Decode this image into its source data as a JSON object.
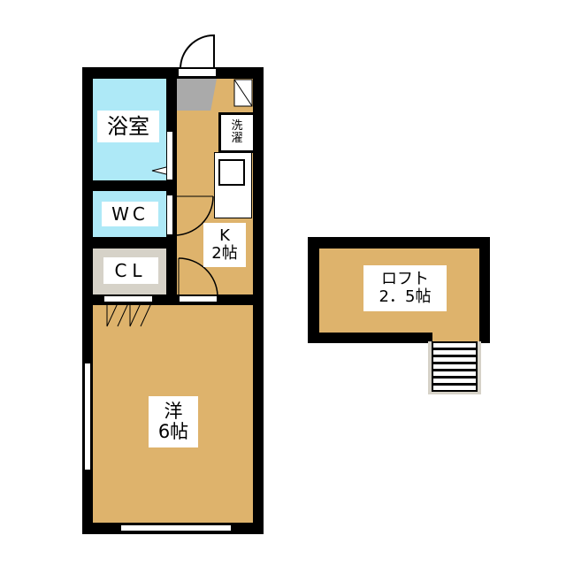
{
  "rooms": {
    "bath": "浴室",
    "wc": "WC",
    "closet": "CL",
    "laundry_line1": "洗",
    "laundry_line2": "濯",
    "kitchen_line1": "K",
    "kitchen_line2": "2帖",
    "western_line1": "洋",
    "western_line2": "6帖",
    "loft_line1": "ロフト",
    "loft_line2": "2．5帖"
  },
  "colors": {
    "floor": "#deb36c",
    "wet": "#aee9f7",
    "closet": "#d6d2c8",
    "wall": "#000000"
  }
}
